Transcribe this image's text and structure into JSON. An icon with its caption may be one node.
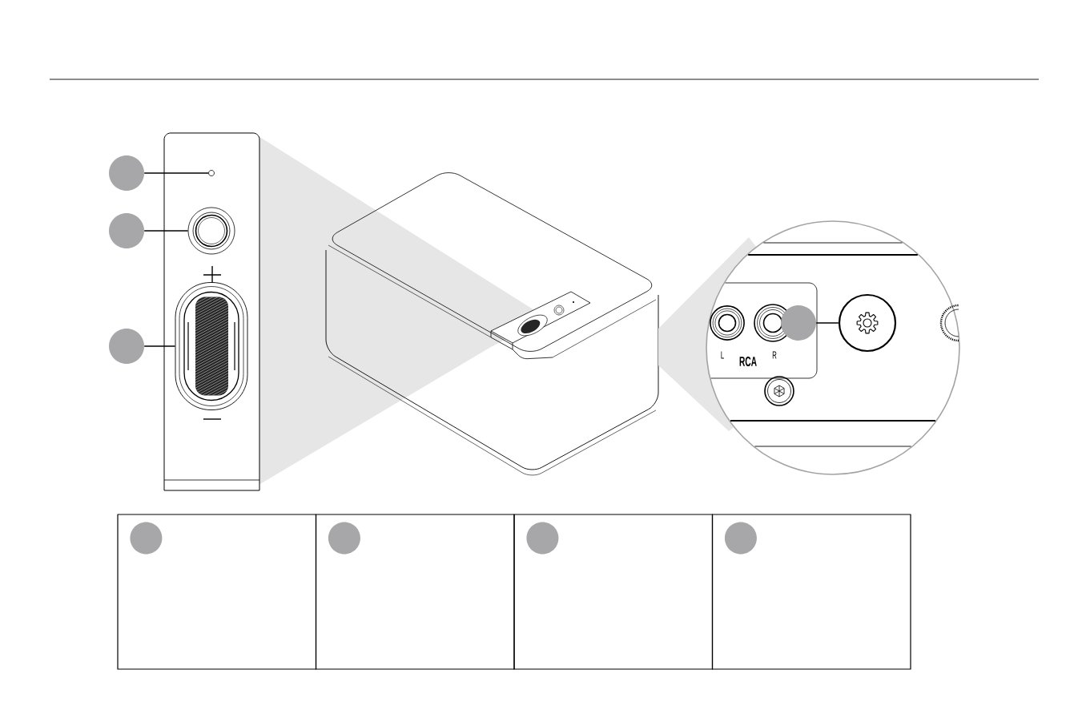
{
  "diagram": {
    "nodes": [
      {
        "text": [],
        "shape": "circle"
      },
      {
        "text": [],
        "shape": "circle"
      },
      {
        "text": [],
        "shape": "circle"
      },
      {
        "text": [],
        "shape": "circle"
      },
      {
        "text": [],
        "shape": "circle"
      },
      {
        "text": [],
        "shape": "picture"
      },
      {
        "text": [],
        "shape": "circle"
      },
      {
        "text": [],
        "shape": "circle"
      },
      {
        "text": [],
        "shape": "box"
      },
      {
        "text": [],
        "shape": "circle",
        "in": 8
      },
      {
        "text": [],
        "shape": "box"
      },
      {
        "text": [],
        "shape": "circle",
        "in": 10
      },
      {
        "text": [],
        "shape": "box"
      },
      {
        "text": [],
        "shape": "circle",
        "in": 12
      },
      {
        "text": [],
        "shape": "box"
      },
      {
        "text": [],
        "shape": "circle",
        "in": 14
      }
    ],
    "edges": [
      {
        "from": 0,
        "to": 1,
        "arrow": "none"
      },
      {
        "from": 2,
        "to": 3,
        "arrow": "none"
      },
      {
        "from": 4,
        "to": 5,
        "arrow": "none"
      },
      {
        "from": 6,
        "to": 7,
        "arrow": "none"
      }
    ],
    "labels": [
      "L",
      "R",
      "RCA"
    ]
  }
}
